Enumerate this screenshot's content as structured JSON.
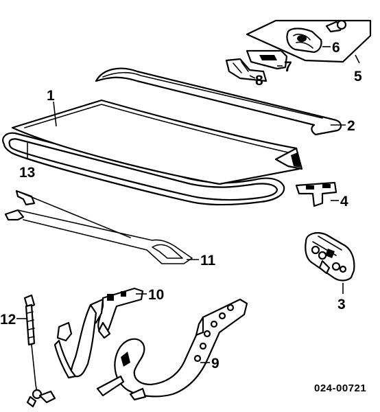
{
  "callouts": {
    "c1": "1",
    "c2": "2",
    "c3": "3",
    "c4": "4",
    "c5": "5",
    "c6": "6",
    "c7": "7",
    "c8": "8",
    "c9": "9",
    "c10": "10",
    "c11": "11",
    "c12": "12",
    "c13": "13"
  },
  "reference_code": "024-00721"
}
